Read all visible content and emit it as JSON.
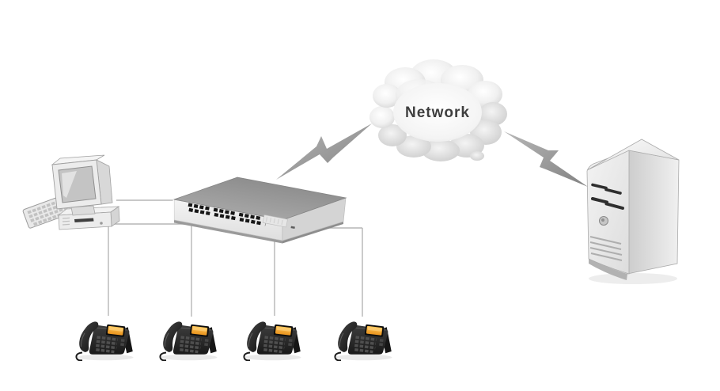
{
  "diagram": {
    "label_network": "Network",
    "nodes": [
      "desktop-pc",
      "ethernet-switch-24-port",
      "network-cloud",
      "server",
      "ip-phone-1",
      "ip-phone-2",
      "ip-phone-3",
      "ip-phone-4"
    ],
    "connections": [
      {
        "from": "desktop-pc",
        "to": "ethernet-switch",
        "style": "cable"
      },
      {
        "from": "ip-phone-1",
        "to": "ethernet-switch",
        "style": "cable"
      },
      {
        "from": "ip-phone-2",
        "to": "ethernet-switch",
        "style": "cable"
      },
      {
        "from": "ip-phone-3",
        "to": "ethernet-switch",
        "style": "cable"
      },
      {
        "from": "ip-phone-4",
        "to": "ethernet-switch",
        "style": "cable"
      },
      {
        "from": "ethernet-switch",
        "to": "network-cloud",
        "style": "lightning"
      },
      {
        "from": "network-cloud",
        "to": "server",
        "style": "lightning"
      }
    ],
    "colors": {
      "cable": "#b5b5b5",
      "lightning": "#979797",
      "phone_screen": "#f5a62e",
      "device_gray": "#d9d9d9",
      "cloud_text": "#3f3f3f",
      "background": "#ffffff"
    }
  }
}
